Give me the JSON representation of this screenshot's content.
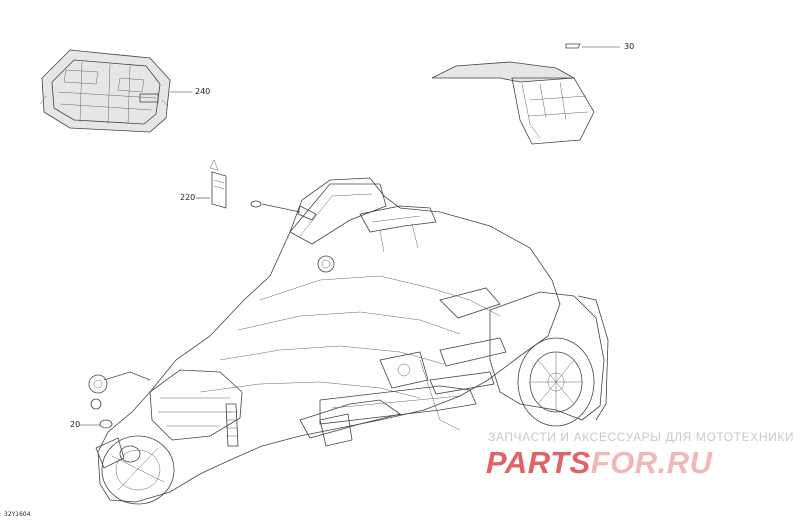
{
  "callouts": {
    "seat": "240",
    "windshield": "30",
    "label_clip": "220",
    "cap": "20"
  },
  "figure_id": "32Y1604",
  "watermark": {
    "subtitle": "ЗАПЧАСТИ И АКСЕССУАРЫ ДЛЯ МОТОТЕХНИКИ",
    "brand_part1": "PARTS",
    "brand_part2": "FOR.RU"
  },
  "colors": {
    "line": "#444444",
    "watermark_red": "#e06464",
    "watermark_pink": "#f2b8b8",
    "watermark_gray": "#c9c9c9"
  }
}
